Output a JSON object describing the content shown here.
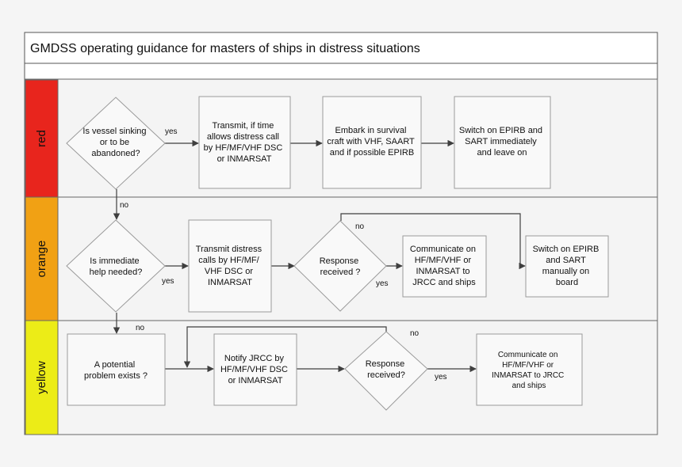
{
  "title": "GMDSS operating guidance for masters of ships in distress situations",
  "colors": {
    "red": "#e8251d",
    "orange": "#f1a114",
    "yellow": "#ecec17",
    "shape_fill": "#f9f9f9",
    "shape_border": "#9a9a9a",
    "line": "#3f3f3f"
  },
  "lanes": {
    "red": "red",
    "orange": "orange",
    "yellow": "yellow"
  },
  "nodes": {
    "vessel_sinking": [
      "Is vessel sinking",
      "or to be",
      "abandoned?"
    ],
    "transmit_distress_call": [
      "Transmit, if time",
      "allows distress call",
      "by HF/MF/VHF DSC",
      "or INMARSAT"
    ],
    "embark_survival_craft": [
      "Embark in survival",
      "craft with VHF, SAART",
      "and if possible EPIRB"
    ],
    "switch_on_epirb_leave": [
      "Switch on EPIRB and",
      "SART immediately",
      "and leave on"
    ],
    "immediate_help": [
      "Is immediate",
      "help needed?"
    ],
    "transmit_distress_calls": [
      "Transmit distress",
      "calls by HF/MF/",
      "VHF DSC or",
      "INMARSAT"
    ],
    "response_received_orange": [
      "Response",
      "received ?"
    ],
    "communicate_jrcc_orange": [
      "Communicate on",
      "HF/MF/VHF or",
      "INMARSAT to",
      "JRCC and ships"
    ],
    "switch_on_epirb_manual": [
      "Switch on EPIRB",
      "and SART",
      "manually on",
      "board"
    ],
    "potential_problem": [
      "A potential",
      "problem exists ?"
    ],
    "notify_jrcc": [
      "Notify JRCC by",
      "HF/MF/VHF DSC",
      "or INMARSAT"
    ],
    "response_received_yellow": [
      "Response",
      "received?"
    ],
    "communicate_jrcc_yellow": [
      "Communicate on",
      "HF/MF/VHF or",
      "INMARSAT to JRCC",
      "and ships"
    ]
  },
  "edge_labels": {
    "sinking_yes": "yes",
    "sinking_no": "no",
    "help_yes": "yes",
    "help_no": "no",
    "response_orange_yes": "yes",
    "response_orange_no": "no",
    "response_yellow_yes": "yes",
    "response_yellow_no": "no"
  }
}
